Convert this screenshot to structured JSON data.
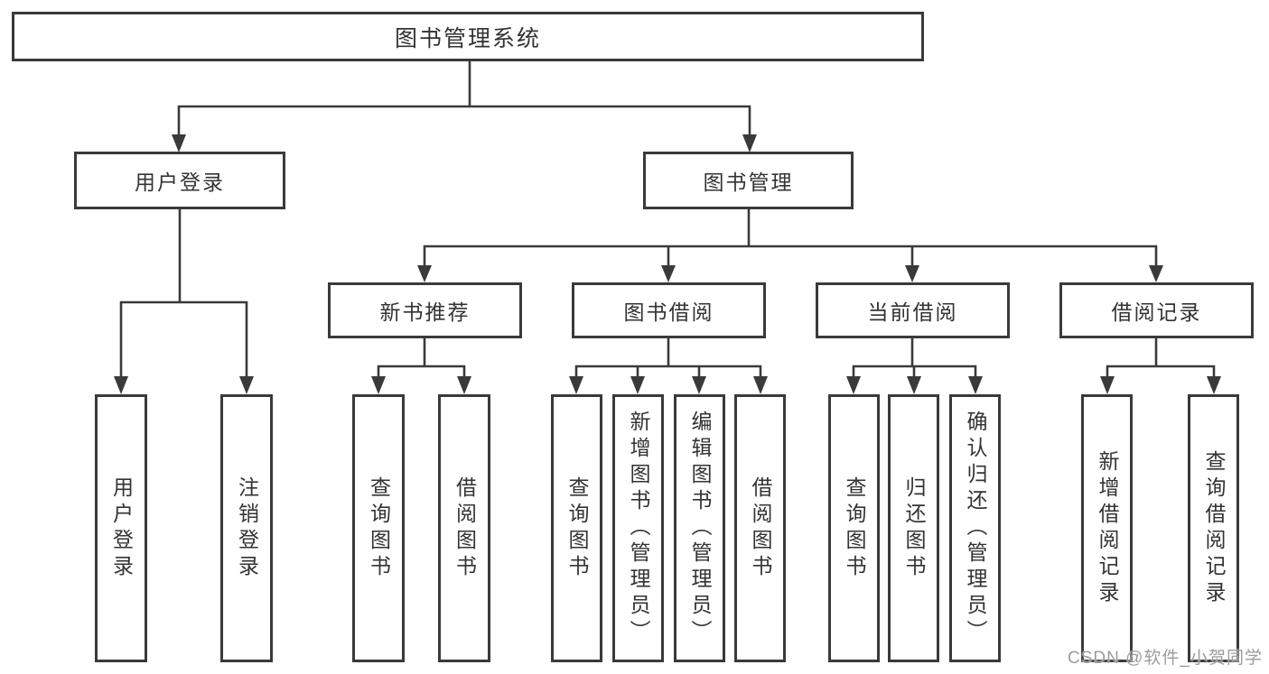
{
  "diagram": {
    "root": {
      "label": "图书管理系统"
    },
    "level2": [
      {
        "label": "用户登录"
      },
      {
        "label": "图书管理"
      }
    ],
    "level3": [
      {
        "label": "新书推荐"
      },
      {
        "label": "图书借阅"
      },
      {
        "label": "当前借阅"
      },
      {
        "label": "借阅记录"
      }
    ],
    "leaves": {
      "user_login": [
        "用户登录",
        "注销登录"
      ],
      "new_book": [
        "查询图书",
        "借阅图书"
      ],
      "book_borrow": [
        "查询图书",
        "新增图书（管理员）",
        "编辑图书（管理员）",
        "借阅图书"
      ],
      "current_borrow": [
        "查询图书",
        "归还图书",
        "确认归还（管理员）"
      ],
      "borrow_record": [
        "新增借阅记录",
        "查询借阅记录"
      ]
    }
  },
  "watermark": {
    "text": "CSDN @软件_小贺同学"
  },
  "colors": {
    "line": "#3a3a3a",
    "text": "#333333",
    "box-bg": "#ffffff",
    "watermark": "#9b9ba3"
  }
}
